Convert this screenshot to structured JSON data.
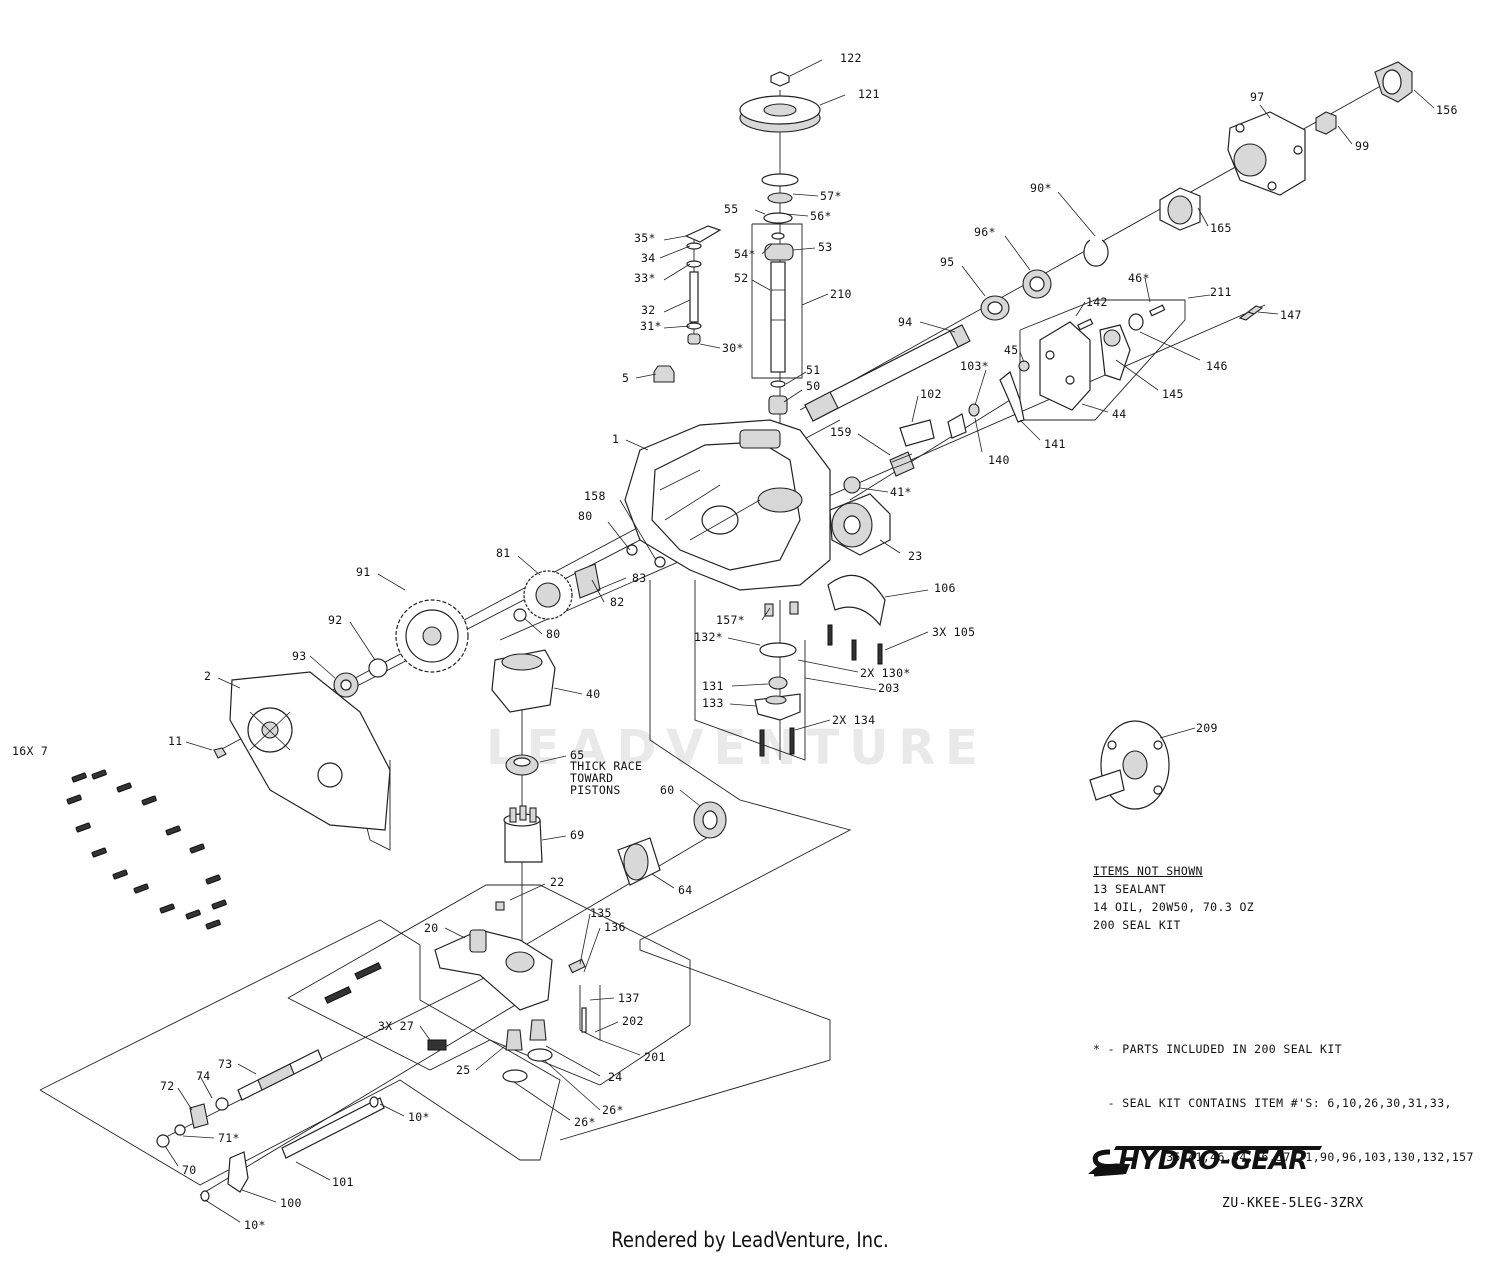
{
  "labels": {
    "l122": "122",
    "l121": "121",
    "l57": "57*",
    "l56": "56*",
    "l55": "55",
    "l54": "54*",
    "l53": "53",
    "l52": "52",
    "l210": "210",
    "l51": "51",
    "l50": "50",
    "l35": "35*",
    "l34": "34",
    "l33": "33*",
    "l32": "32",
    "l31": "31*",
    "l30": "30*",
    "l5": "5",
    "l1": "1",
    "l97": "97",
    "l156": "156",
    "l99": "99",
    "l90": "90*",
    "l165": "165",
    "l96": "96*",
    "l95": "95",
    "l94": "94",
    "l142": "142",
    "l46": "46*",
    "l211": "211",
    "l147": "147",
    "l45": "45",
    "l103": "103*",
    "l146": "146",
    "l145": "145",
    "l102": "102",
    "l44": "44",
    "l141": "141",
    "l159": "159",
    "l140": "140",
    "l41": "41*",
    "l23": "23",
    "l158": "158",
    "l80a": "80",
    "l81": "81",
    "l83": "83",
    "l82": "82",
    "l91": "91",
    "l80b": "80",
    "l92": "92",
    "l93": "93",
    "l106": "106",
    "l157": "157*",
    "l132": "132*",
    "l105": "3X 105",
    "l130": "2X 130*",
    "l203": "203",
    "l2": "2",
    "l40": "40",
    "l131": "131",
    "l133": "133",
    "l134": "2X 134",
    "l11": "11",
    "l7": "16X 7",
    "l65": "65",
    "l65note1": "THICK RACE",
    "l65note2": "TOWARD",
    "l65note3": "PISTONS",
    "l209": "209",
    "l60": "60",
    "l69": "69",
    "l64": "64",
    "l22": "22",
    "l20": "20",
    "l135": "135",
    "l136": "136",
    "l137": "137",
    "l202": "202",
    "l27": "3X 27",
    "l201": "201",
    "l25": "25",
    "l24": "24",
    "l73": "73",
    "l74": "74",
    "l72": "72",
    "l10a": "10*",
    "l26a": "26*",
    "l26b": "26*",
    "l71": "71*",
    "l70": "70",
    "l101": "101",
    "l100": "100",
    "l10b": "10*"
  },
  "notes": {
    "header": "ITEMS NOT SHOWN",
    "lines": [
      "13 SEALANT",
      "14 OIL, 20W50, 70.3 OZ",
      "200 SEAL KIT"
    ]
  },
  "seal_kit": {
    "line1": "* - PARTS INCLUDED IN 200 SEAL KIT",
    "line2": "  - SEAL KIT CONTAINS ITEM #'S: 6,10,26,30,31,33,",
    "line3": "          35,41,46,54,56,57,71,90,96,103,130,132,157"
  },
  "brand": "HYDRO-GEAR",
  "model_code": "ZU-KKEE-5LEG-3ZRX",
  "watermark": "LEADVENTURE",
  "credit": "Rendered by LeadVenture, Inc."
}
